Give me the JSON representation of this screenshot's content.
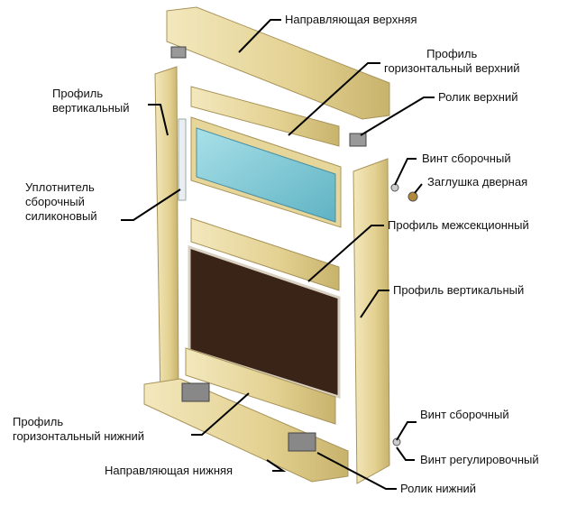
{
  "labels": {
    "top_guide": "Направляющая верхняя",
    "top_profile_1": "Профиль",
    "top_profile_2": "горизонтальный верхний",
    "top_roller": "Ролик верхний",
    "screw_top": "Винт сборочный",
    "door_cap": "Заглушка дверная",
    "mid_profile": "Профиль межсекционный",
    "right_vertical": "Профиль вертикальный",
    "screw_bottom": "Винт сборочный",
    "adjust_screw": "Винт регулировочный",
    "bottom_roller": "Ролик нижний",
    "bottom_guide": "Направляющая нижняя",
    "bottom_profile_1": "Профиль",
    "bottom_profile_2": "горизонтальный нижний",
    "seal_1": "Уплотнитель",
    "seal_2": "сборочный",
    "seal_3": "силиконовый",
    "left_vertical_1": "Профиль",
    "left_vertical_2": "вертикальный"
  },
  "colors": {
    "frame": "#e6d69a",
    "frame_dark": "#c9b56d",
    "glass": "#7fcad6",
    "panel": "#3a2418",
    "line": "#000000"
  }
}
